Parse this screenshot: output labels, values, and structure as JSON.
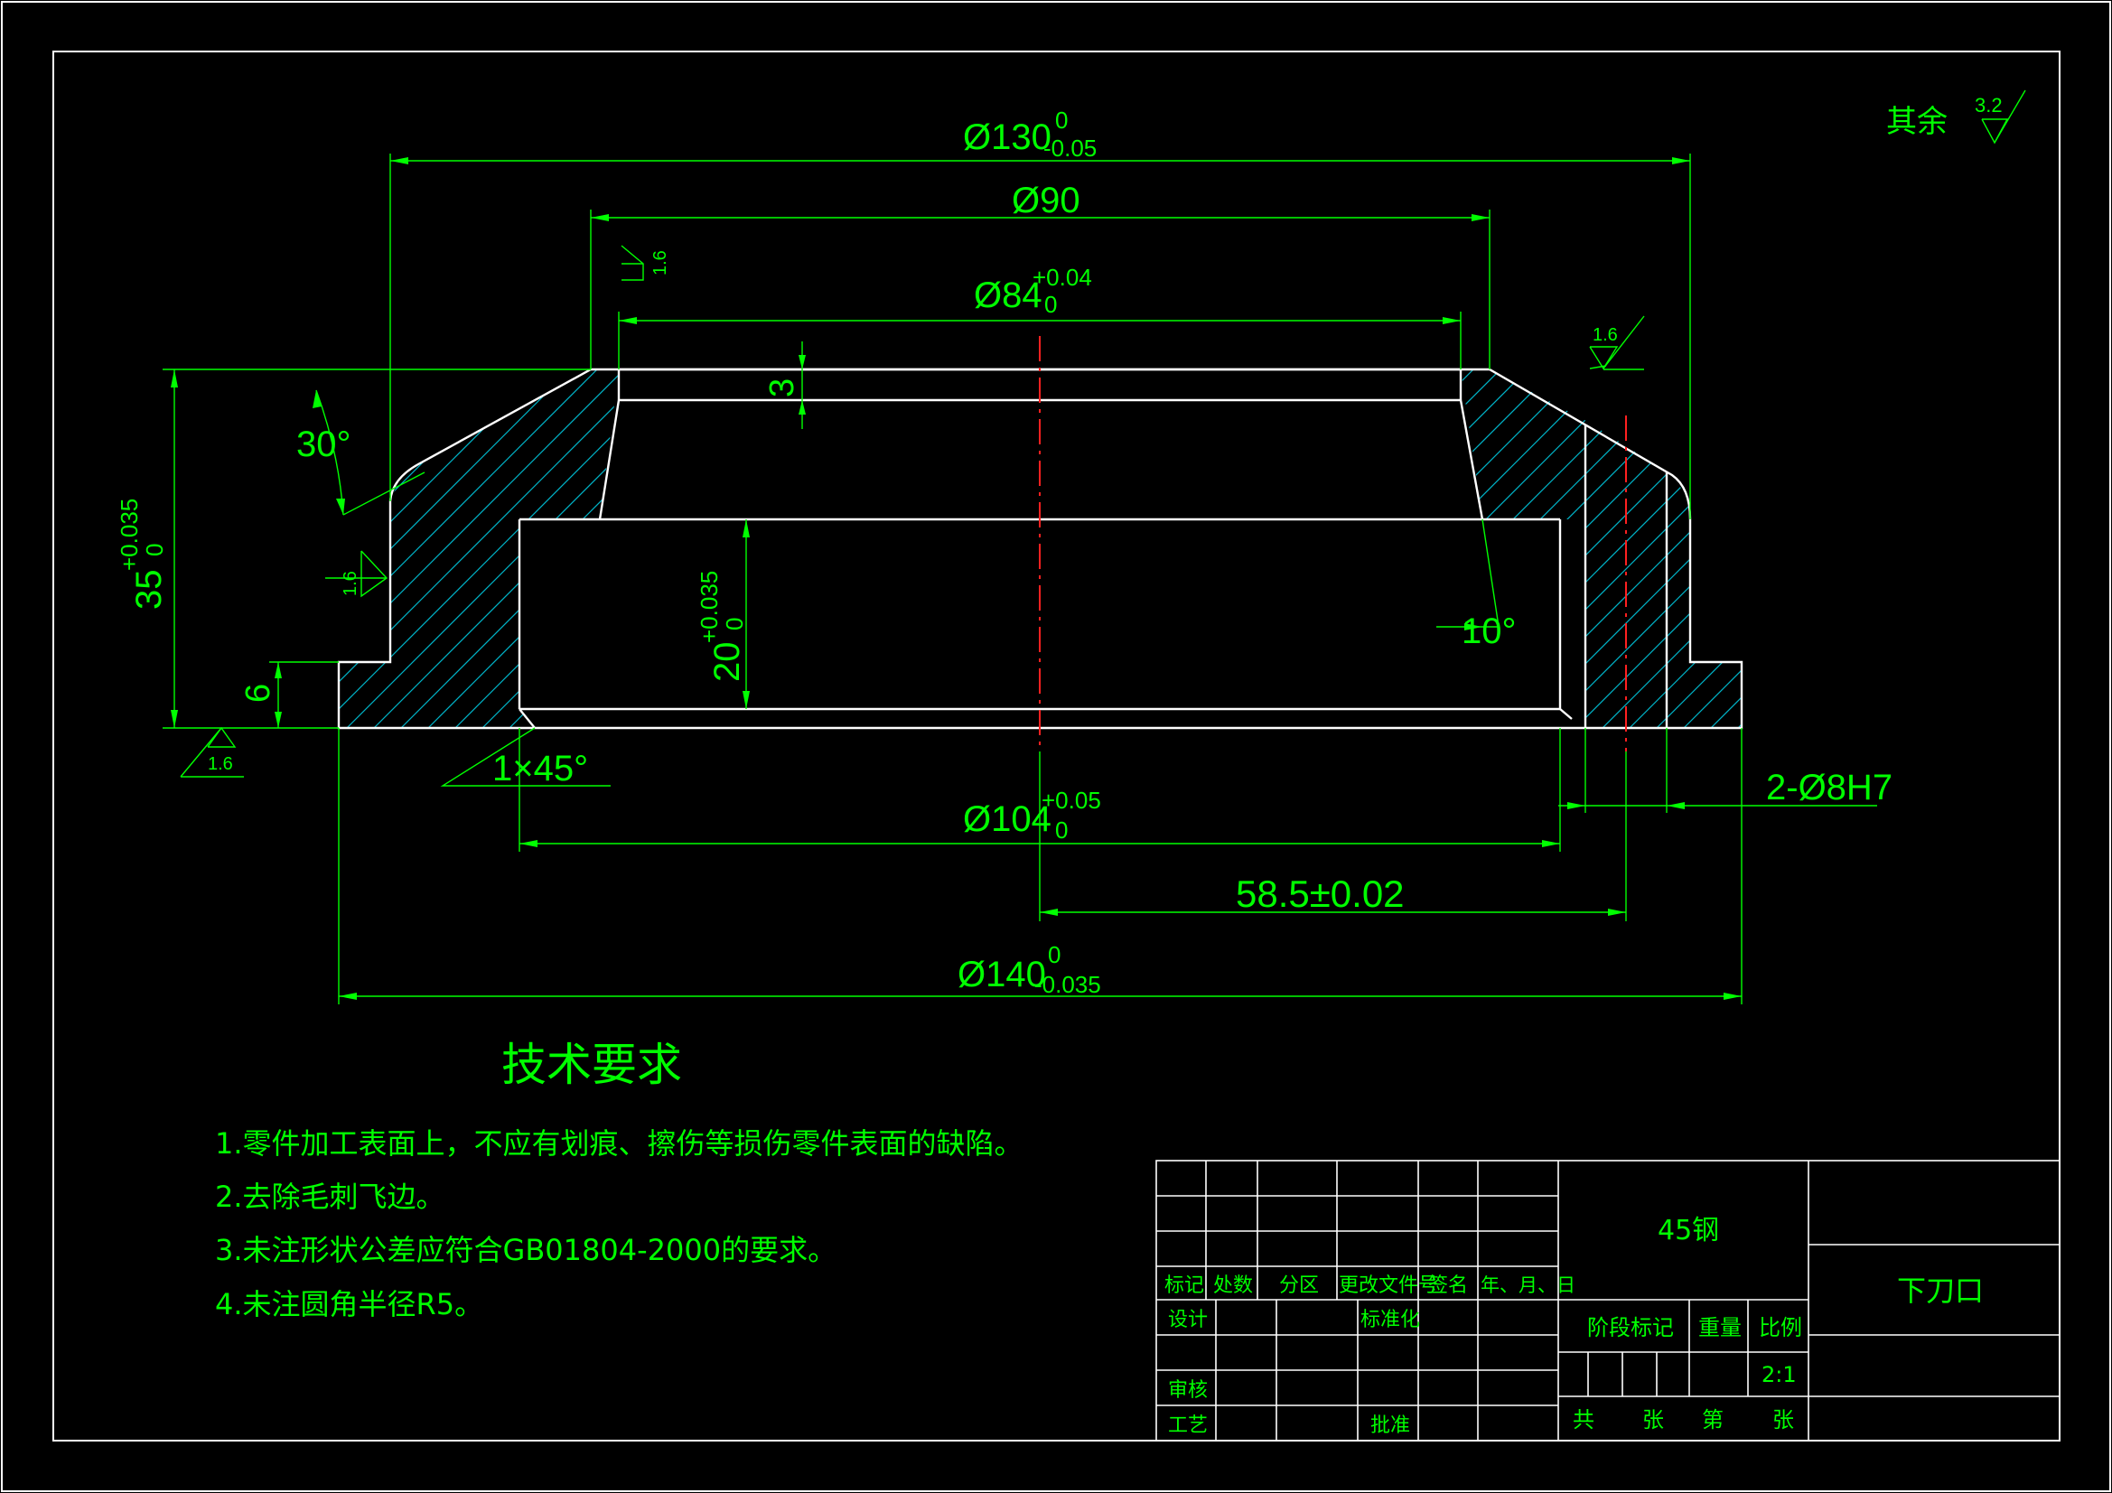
{
  "dimensions": {
    "d130": {
      "main": "Ø130",
      "upper": "0",
      "lower": "-0.05"
    },
    "d90": {
      "main": "Ø90"
    },
    "d84": {
      "main": "Ø84",
      "upper": "+0.04",
      "lower": "0"
    },
    "d104": {
      "main": "Ø104",
      "upper": "+0.05",
      "lower": "0"
    },
    "d140": {
      "main": "Ø140",
      "upper": "0",
      "lower": "-0.035"
    },
    "h35": {
      "main": "35",
      "upper": "+0.035",
      "lower": "0"
    },
    "h20": {
      "main": "20",
      "upper": "+0.035",
      "lower": "0"
    },
    "h6": "6",
    "h3": "3",
    "angle30": "30°",
    "angle10": "10°",
    "chamfer": "1×45°",
    "pos585": "58.5±0.02",
    "holes": "2-Ø8H7"
  },
  "roughness": {
    "other_label": "其余",
    "other_value": "3.2",
    "top_left": "1.6",
    "top_right": "1.6",
    "left_side": "1.6",
    "bottom": "1.6"
  },
  "notes": {
    "title": "技术要求",
    "items": [
      "1.零件加工表面上，不应有划痕、擦伤等损伤零件表面的缺陷。",
      "2.去除毛刺飞边。",
      "3.未注形状公差应符合GB01804-2000的要求。",
      "4.未注圆角半径R5。"
    ]
  },
  "title_block": {
    "headers": [
      "标记",
      "处数",
      "分区",
      "更改文件号",
      "签名",
      "年、月、日"
    ],
    "design": "设计",
    "standardize": "标准化",
    "review": "审核",
    "process": "工艺",
    "approve": "批准",
    "material": "45钢",
    "stage_mark": "阶段标记",
    "weight": "重量",
    "scale_label": "比例",
    "scale": "2:1",
    "total": "共",
    "sheets1": "张",
    "sheet_no": "第",
    "sheets2": "张",
    "part_name": "下刀口"
  }
}
